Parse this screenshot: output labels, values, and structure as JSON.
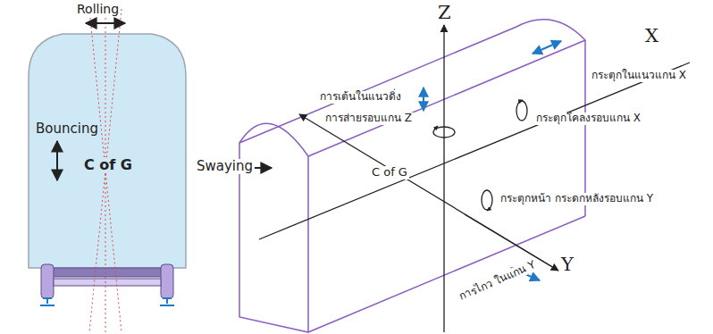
{
  "diagram": {
    "labels": [
      "Rolling",
      "Bouncing",
      "C of G",
      "Swaying",
      "Z",
      "X",
      "การเต้นในแนวดิ่ง",
      "การส่ายรอบแกน Z",
      "กระตุกในแนวแกน X",
      "กระตุกโคลงรอบแกน X",
      "C of G",
      "กระตุกหน้า กระดกหลังรอบแกน Y",
      "Y",
      "การไกว ในแกน Y"
    ]
  }
}
